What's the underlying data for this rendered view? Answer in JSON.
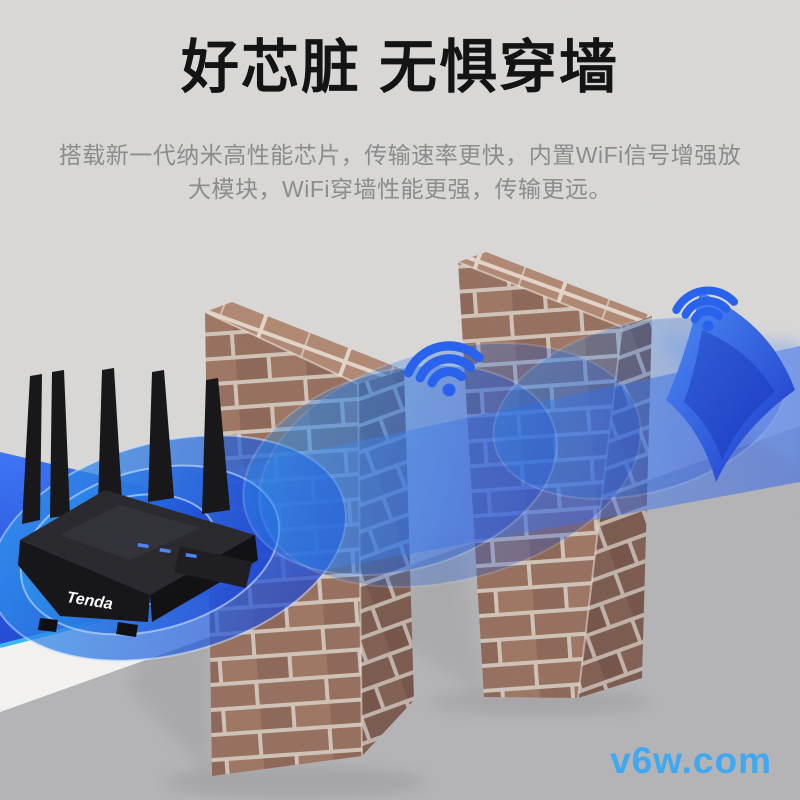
{
  "header": {
    "title": "好芯脏 无惧穿墙",
    "subtitle_line1": "搭载新一代纳米高性能芯片，传输速率更快，内置WiFi信号增强放",
    "subtitle_line2": "大模块，WiFi穿墙性能更强，传输更远。"
  },
  "scene": {
    "router": {
      "brand_label": "Tenda",
      "antenna_count": 5,
      "body_color": "#17181c",
      "led_color": "#4b84f8"
    },
    "walls": {
      "count": 2,
      "material": "brick",
      "brick_color": "#966f5e",
      "mortar_color": "#d0c2b7"
    },
    "signal": {
      "wifi_icon_count": 2,
      "wifi_icon_color": "#2560ee",
      "beam_color": "#2f6ae8",
      "direction": "left-to-right"
    },
    "colors": {
      "background": "#d9d8d6",
      "floor": "#b4b3b5",
      "platform_blue": "#2d5fe8",
      "platform_edge_cyan": "#38b6f3",
      "title_color": "#141414",
      "subtitle_color": "#8c8c8c"
    }
  },
  "watermark": {
    "text": "v6w.com",
    "color": "#3fa8f2"
  }
}
